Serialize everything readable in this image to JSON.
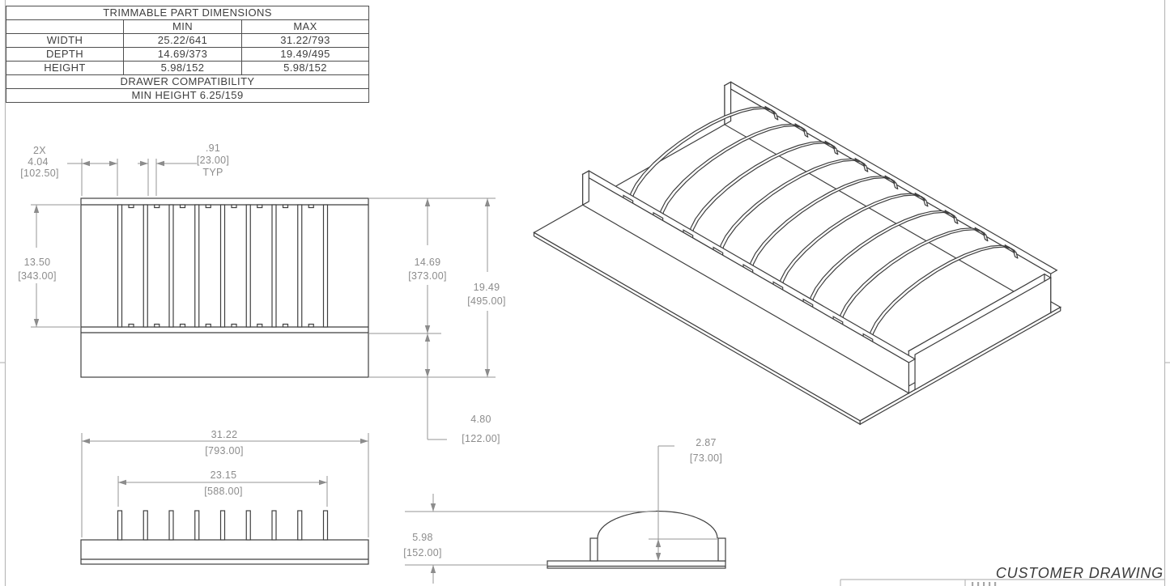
{
  "table": {
    "title": "TRIMMABLE PART DIMENSIONS",
    "col_min": "MIN",
    "col_max": "MAX",
    "rows": [
      {
        "label": "WIDTH",
        "min": "25.22/641",
        "max": "31.22/793"
      },
      {
        "label": "DEPTH",
        "min": "14.69/373",
        "max": "19.49/495"
      },
      {
        "label": "HEIGHT",
        "min": "5.98/152",
        "max": "5.98/152"
      }
    ],
    "drawer_note": "DRAWER COMPATIBILITY",
    "min_height_note": "MIN HEIGHT 6.25/159"
  },
  "dims": {
    "d2x404": {
      "l1": "2X",
      "l2": "4.04",
      "l3": "[102.50]"
    },
    "d91": {
      "l1": ".91",
      "l2": "[23.00]",
      "l3": "TYP"
    },
    "d1350": {
      "l1": "13.50",
      "l2": "[343.00]"
    },
    "d1469": {
      "l1": "14.69",
      "l2": "[373.00]"
    },
    "d1949": {
      "l1": "19.49",
      "l2": "[495.00]"
    },
    "d480": {
      "l1": "4.80",
      "l2": "[122.00]"
    },
    "d3122": {
      "l1": "31.22",
      "l2": "[793.00]"
    },
    "d2315": {
      "l1": "23.15",
      "l2": "[588.00]"
    },
    "d287": {
      "l1": "2.87",
      "l2": "[73.00]"
    },
    "d598": {
      "l1": "5.98",
      "l2": "[152.00]"
    }
  },
  "footer": {
    "customer_drawing": "CUSTOMER DRAWING"
  },
  "colors": {
    "object_line": "#3f3f3f",
    "dimension_line": "#969696",
    "border_line": "#b9b9b9"
  }
}
